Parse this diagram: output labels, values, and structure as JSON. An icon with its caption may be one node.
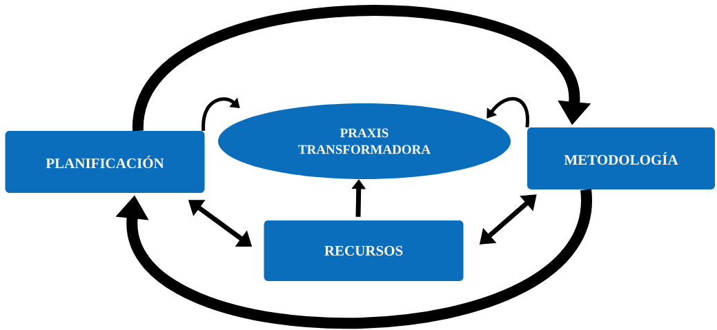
{
  "diagram": {
    "nodes": [
      {
        "text": [
          "PLANIFICACIÓN"
        ]
      },
      {
        "text": [
          "PRAXIS TRANSFORMADORA"
        ]
      },
      {
        "text": [
          "METODOLOGÍA"
        ]
      },
      {
        "text": [
          "RECURSOS"
        ]
      }
    ],
    "edges": [
      {
        "from": 0,
        "to": 2,
        "arrow": "to",
        "style": "thick"
      },
      {
        "from": 2,
        "to": 0,
        "arrow": "to",
        "style": "thick"
      },
      {
        "from": 0,
        "to": 3,
        "arrow": "both"
      },
      {
        "from": 3,
        "to": 2,
        "arrow": "both"
      },
      {
        "from": 3,
        "to": 1,
        "arrow": "to"
      },
      {
        "from": 0,
        "to": 1,
        "arrow": "to"
      },
      {
        "from": 2,
        "to": 1,
        "arrow": "to"
      }
    ]
  }
}
